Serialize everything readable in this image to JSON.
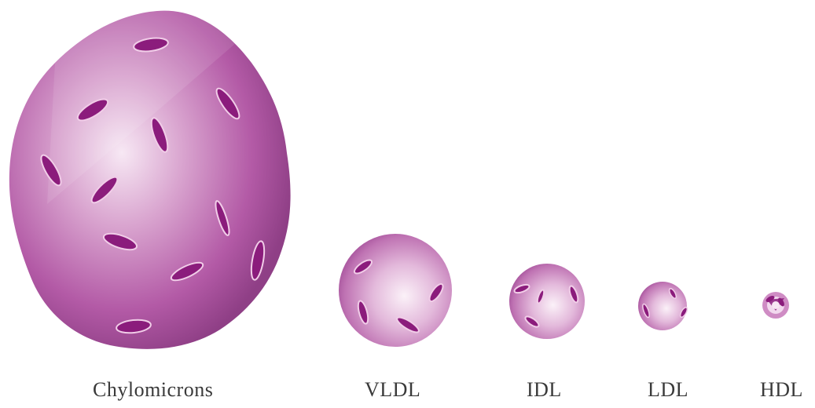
{
  "labels": {
    "chylomicrons": "Chylomicrons",
    "vldl": "VLDL",
    "idl": "IDL",
    "ldl": "LDL",
    "hdl": "HDL"
  },
  "colors": {
    "particle_light": "#f4dff0",
    "particle_mid": "#c06bb2",
    "particle_dark": "#8f3f86",
    "protein_dark": "#8b1c7c",
    "protein_highlight": "#f1cde8"
  }
}
